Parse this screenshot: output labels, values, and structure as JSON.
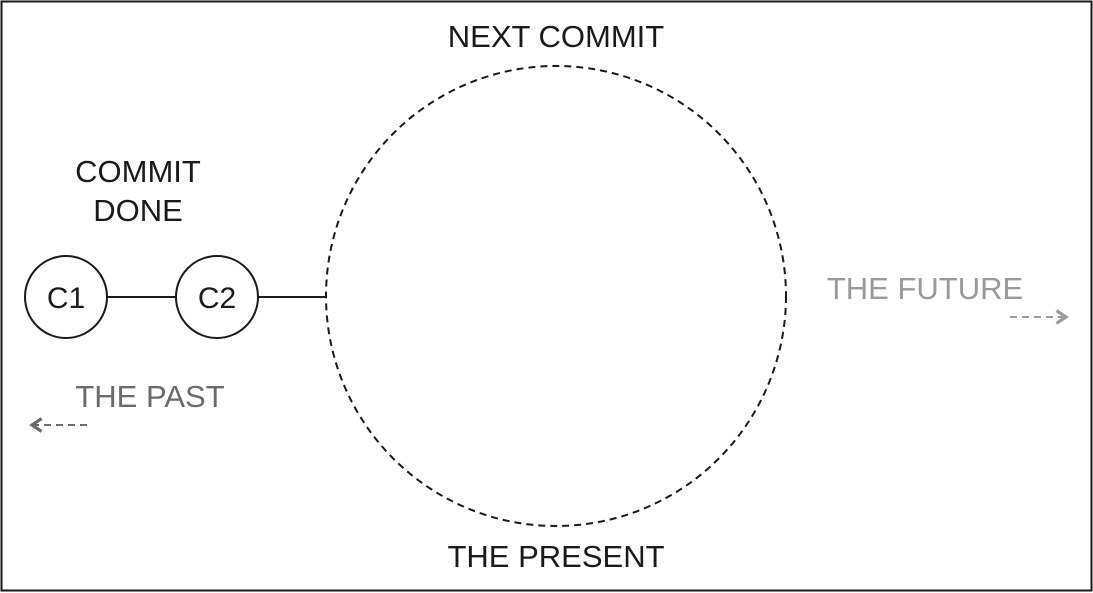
{
  "labels": {
    "next_commit": "NEXT COMMIT",
    "commit_done_line1": "COMMIT",
    "commit_done_line2": "DONE",
    "the_past": "THE PAST",
    "the_future": "THE FUTURE",
    "the_present": "THE PRESENT"
  },
  "commits": [
    {
      "label": "C1"
    },
    {
      "label": "C2"
    }
  ],
  "colors": {
    "ink": "#1a1a1a",
    "past": "#6b6b6b",
    "future": "#9a9a9a",
    "frame": "#1a1a1a"
  }
}
